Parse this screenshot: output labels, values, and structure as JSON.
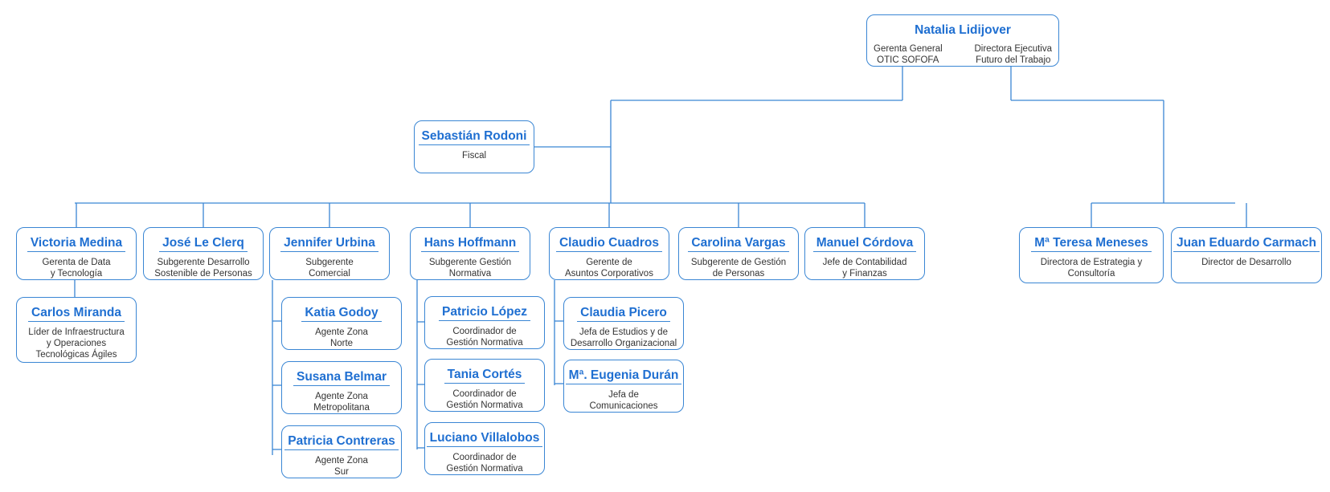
{
  "colors": {
    "accent": "#1f6fd1",
    "line": "#3a86d4",
    "text": "#333333"
  },
  "chart_data": {
    "type": "org-chart",
    "root": {
      "name": "Natalia Lidijover",
      "roles": [
        "Gerenta General\nOTIC SOFOFA",
        "Directora Ejecutiva\nFuturo del Trabajo"
      ]
    },
    "fiscal": {
      "name": "Sebastián Rodoni",
      "role": "Fiscal"
    },
    "otic_reports": [
      {
        "name": "Victoria Medina",
        "role": "Gerenta de Data\ny Tecnología",
        "reports": [
          {
            "name": "Carlos Miranda",
            "role": "Líder de Infraestructura\ny Operaciones\nTecnológicas Ágiles"
          }
        ]
      },
      {
        "name": "José Le Clerq",
        "role": "Subgerente Desarrollo\nSostenible de Personas",
        "reports": []
      },
      {
        "name": "Jennifer Urbina",
        "role": "Subgerente\nComercial",
        "reports": [
          {
            "name": "Katia Godoy",
            "role": "Agente Zona\nNorte"
          },
          {
            "name": "Susana Belmar",
            "role": "Agente Zona\nMetropolitana"
          },
          {
            "name": "Patricia Contreras",
            "role": "Agente Zona\nSur"
          }
        ]
      },
      {
        "name": "Hans Hoffmann",
        "role": "Subgerente Gestión\nNormativa",
        "reports": [
          {
            "name": "Patricio López",
            "role": "Coordinador de\nGestión Normativa"
          },
          {
            "name": "Tania Cortés",
            "role": "Coordinador de\nGestión Normativa"
          },
          {
            "name": "Luciano Villalobos",
            "role": "Coordinador de\nGestión Normativa"
          }
        ]
      },
      {
        "name": "Claudio Cuadros",
        "role": "Gerente de\nAsuntos Corporativos",
        "reports": [
          {
            "name": "Claudia Picero",
            "role": "Jefa de Estudios y de\nDesarrollo Organizacional"
          },
          {
            "name": "Mª. Eugenia Durán",
            "role": "Jefa de\nComunicaciones"
          }
        ]
      },
      {
        "name": "Carolina Vargas",
        "role": "Subgerente de Gestión\nde Personas",
        "reports": []
      },
      {
        "name": "Manuel Córdova",
        "role": "Jefe de Contabilidad\ny Finanzas",
        "reports": []
      }
    ],
    "futuro_reports": [
      {
        "name": "Mª Teresa Meneses",
        "role": "Directora de Estrategia y\nConsultoría"
      },
      {
        "name": "Juan Eduardo Carmach",
        "role": "Director de Desarrollo"
      }
    ]
  }
}
